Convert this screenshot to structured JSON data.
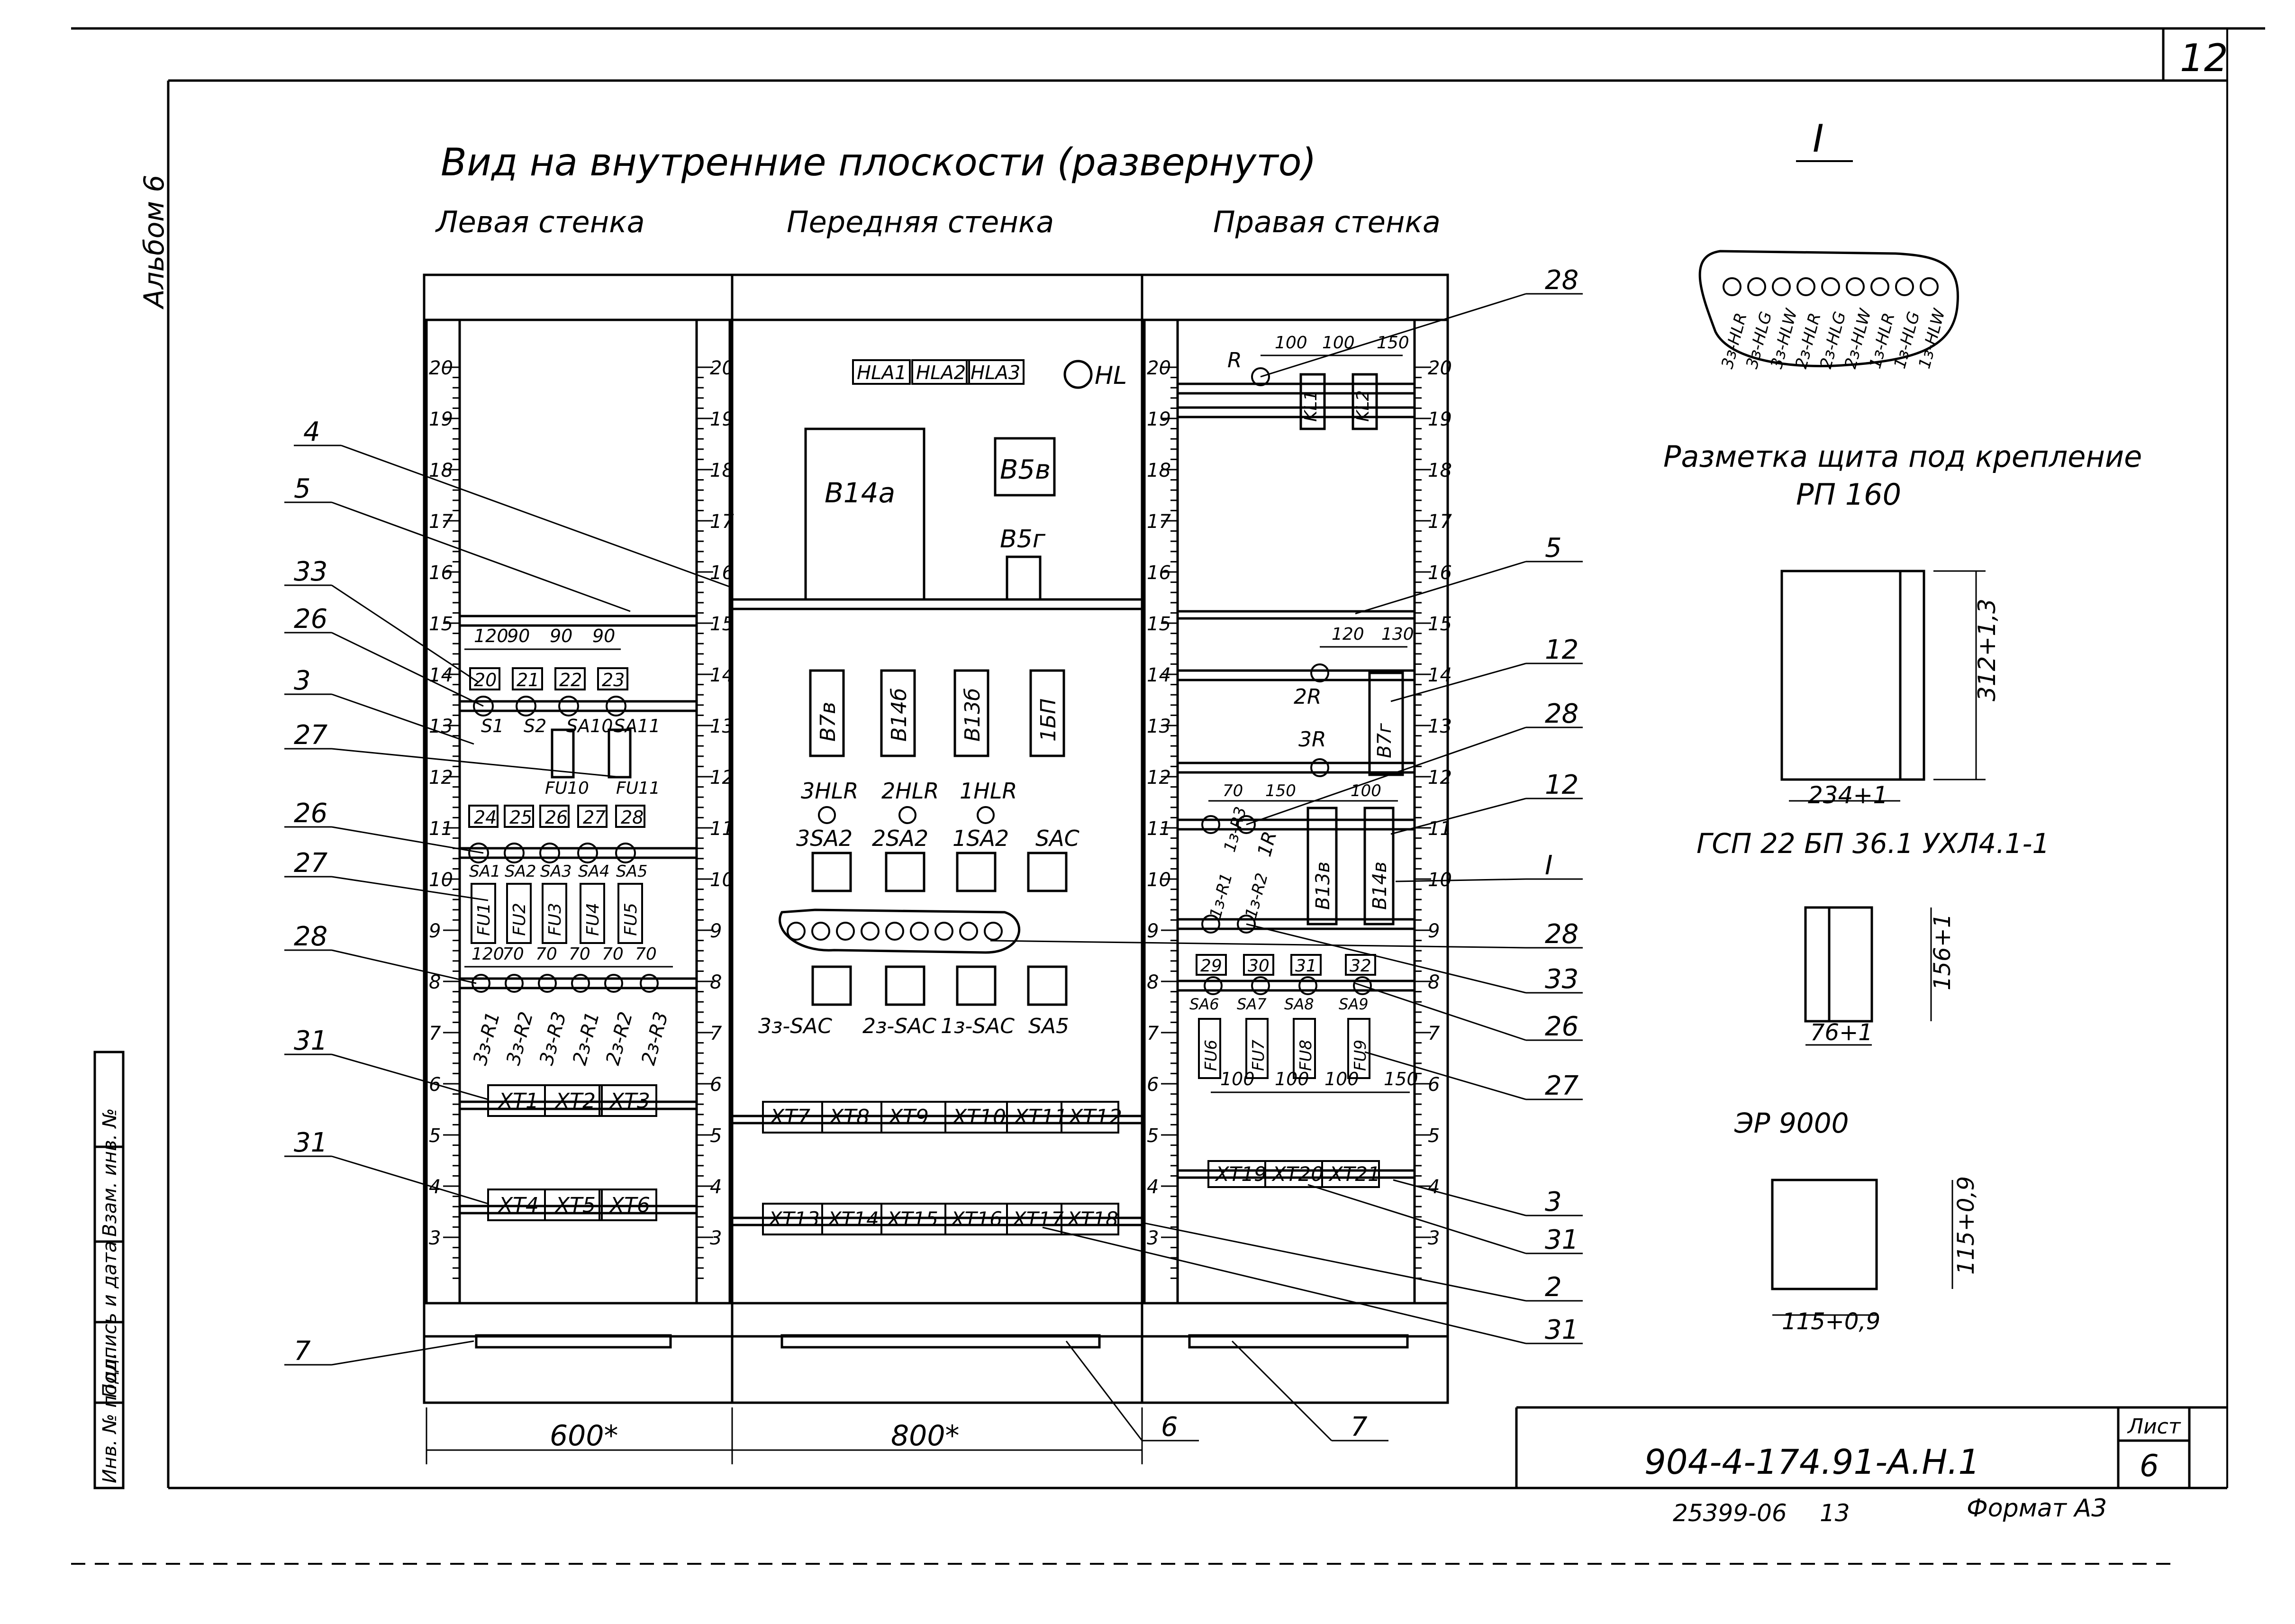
{
  "header": {
    "sheet_corner_number": "12",
    "album_label": "Альбом 6",
    "main_title": "Вид на внутренние плоскости (развернуто)",
    "detail_marker": "I"
  },
  "walls": {
    "left": "Левая стенка",
    "front": "Передняя стенка",
    "right": "Правая стенка"
  },
  "scale_ticks": [
    "20",
    "19",
    "18",
    "17",
    "16",
    "15",
    "14",
    "13",
    "12",
    "11",
    "10",
    "9",
    "8",
    "7",
    "6",
    "5",
    "4",
    "3"
  ],
  "left_wall": {
    "top_boxes": [
      "20",
      "21",
      "22",
      "23"
    ],
    "top_dims": [
      "120",
      "90",
      "90",
      "90"
    ],
    "switches_top": [
      "S1",
      "S2",
      "SA10",
      "SA11"
    ],
    "fuses_top": [
      "FU10",
      "FU11"
    ],
    "mid_boxes": [
      "24",
      "25",
      "26",
      "27",
      "28"
    ],
    "switches_mid": [
      "SA1",
      "SA2",
      "SA3",
      "SA4",
      "SA5"
    ],
    "fuses": [
      "FU1",
      "FU2",
      "FU3",
      "FU4",
      "FU5"
    ],
    "bottom_dims": [
      "120",
      "70",
      "70",
      "70",
      "70",
      "70"
    ],
    "resistors": [
      "3з-R1",
      "3з-R2",
      "3з-R3",
      "2з-R1",
      "2з-R2",
      "2з-R3"
    ],
    "terminals_row1": [
      "XT1",
      "XT2",
      "XT3"
    ],
    "terminals_row2": [
      "XT4",
      "XT5",
      "XT6"
    ]
  },
  "front_wall": {
    "lamps": [
      "HLA1",
      "HLA2",
      "HLA3"
    ],
    "hl_label": "HL",
    "block_b14a": "В14а",
    "block_b5v": "В5в",
    "block_b5g": "В5г",
    "devices": [
      "В7в",
      "В14б",
      "В13б",
      "1БП"
    ],
    "hlr_labels": [
      "3HLR",
      "2HLR",
      "1HLR"
    ],
    "sa_labels": [
      "3SA2",
      "2SA2",
      "1SA2",
      "SAC"
    ],
    "sac_labels": [
      "3з-SAC",
      "2з-SAC",
      "1з-SAC",
      "SA5"
    ],
    "terminals_row1": [
      "XT7",
      "XT8",
      "XT9",
      "XT10",
      "XT11",
      "XT12"
    ],
    "terminals_row2": [
      "XT13",
      "XT14",
      "XT15",
      "XT16",
      "XT17",
      "XT18"
    ]
  },
  "right_wall": {
    "r_label": "R",
    "top_dims": [
      "100",
      "100",
      "150"
    ],
    "relays": [
      "KL1",
      "KL2"
    ],
    "dims_2r": [
      "120",
      "130"
    ],
    "r2": "2R",
    "b7g": "В7г",
    "r3": "3R",
    "dims_mid": [
      "70",
      "150",
      "100"
    ],
    "r1": "1R",
    "res_labels": [
      "1з-R3",
      "1з-R1",
      "1з-R2"
    ],
    "b13v": "В13в",
    "b14v": "В14в",
    "boxes": [
      "29",
      "30",
      "31",
      "32"
    ],
    "switches": [
      "SA6",
      "SA7",
      "SA8",
      "SA9"
    ],
    "fuses": [
      "FU6",
      "FU7",
      "FU8",
      "FU9"
    ],
    "bottom_dims": [
      "100",
      "100",
      "100",
      "150"
    ],
    "terminals": [
      "XT19",
      "XT20",
      "XT21"
    ]
  },
  "callouts_left": [
    "4",
    "5",
    "33",
    "26",
    "3",
    "27",
    "26",
    "27",
    "28",
    "31",
    "31",
    "7"
  ],
  "callouts_right": [
    "28",
    "5",
    "12",
    "28",
    "12",
    "I",
    "28",
    "33",
    "26",
    "27",
    "3",
    "31",
    "2",
    "31",
    "7",
    "6"
  ],
  "dims_bottom": [
    "600*",
    "800*"
  ],
  "detail": {
    "leds": [
      "3з-HLR",
      "3з-HLG",
      "3з-HLW",
      "2з-HLR",
      "2з-HLG",
      "2з-HLW",
      "1з-HLR",
      "1з-HLG",
      "1з-HLW"
    ],
    "heading_line1": "Разметка щита под крепление",
    "heading_line2": "РП 160",
    "cutout1_w": "234+1",
    "cutout1_h": "312+1,3",
    "device2_label": "ГСП 22 БП 36.1 УХЛ4.1-1",
    "cutout2_w": "76+1",
    "cutout2_h": "156+1",
    "device3_label": "ЭР 9000",
    "cutout3_w": "115+0,9",
    "cutout3_h": "115+0,9"
  },
  "title_block": {
    "designation": "904-4-174.91-А.Н.1",
    "sheet_label": "Лист",
    "sheet_number": "6",
    "inventory": "25399-06",
    "number_13": "13",
    "format": "Формат А3"
  },
  "side_stamp": [
    "Инв. № подл.",
    "Подпись и дата",
    "Взам. инв. №"
  ]
}
